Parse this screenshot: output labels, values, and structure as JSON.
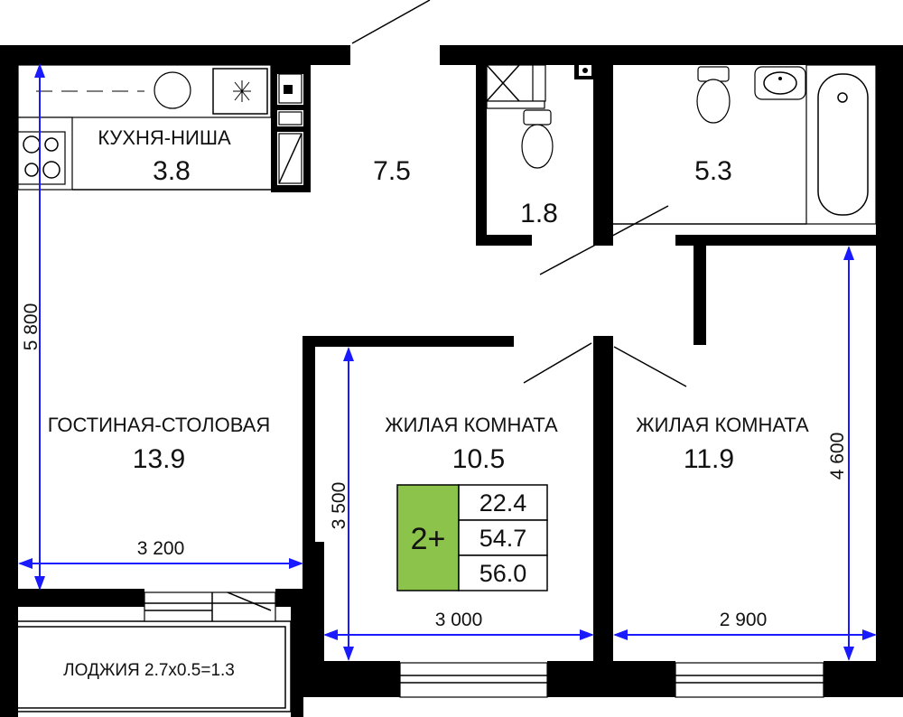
{
  "rooms": {
    "kitchen": {
      "name": "КУХНЯ-НИША",
      "area": "3.8"
    },
    "hall": {
      "area": "7.5"
    },
    "wc": {
      "area": "1.8"
    },
    "bath": {
      "area": "5.3"
    },
    "living": {
      "name": "ГОСТИНАЯ-СТОЛОВАЯ",
      "area": "13.9"
    },
    "bedroom1": {
      "name": "ЖИЛАЯ КОМНАТА",
      "area": "10.5"
    },
    "bedroom2": {
      "name": "ЖИЛАЯ КОМНАТА",
      "area": "11.9"
    },
    "loggia": {
      "name": "ЛОДЖИЯ 2.7x0.5=1.3"
    }
  },
  "dimensions": {
    "left_height": "5 800",
    "living_width": "3 200",
    "bedroom1_height": "3 500",
    "bedroom1_width": "3 000",
    "bedroom2_width": "2 900",
    "bedroom2_height": "4 600"
  },
  "summary": {
    "rooms_badge": "2+",
    "living_area": "22.4",
    "total_area": "54.7",
    "total_area_with_loggia": "56.0"
  },
  "colors": {
    "badge_green": "#8cc34a",
    "dimension_blue": "#1a1aff"
  }
}
